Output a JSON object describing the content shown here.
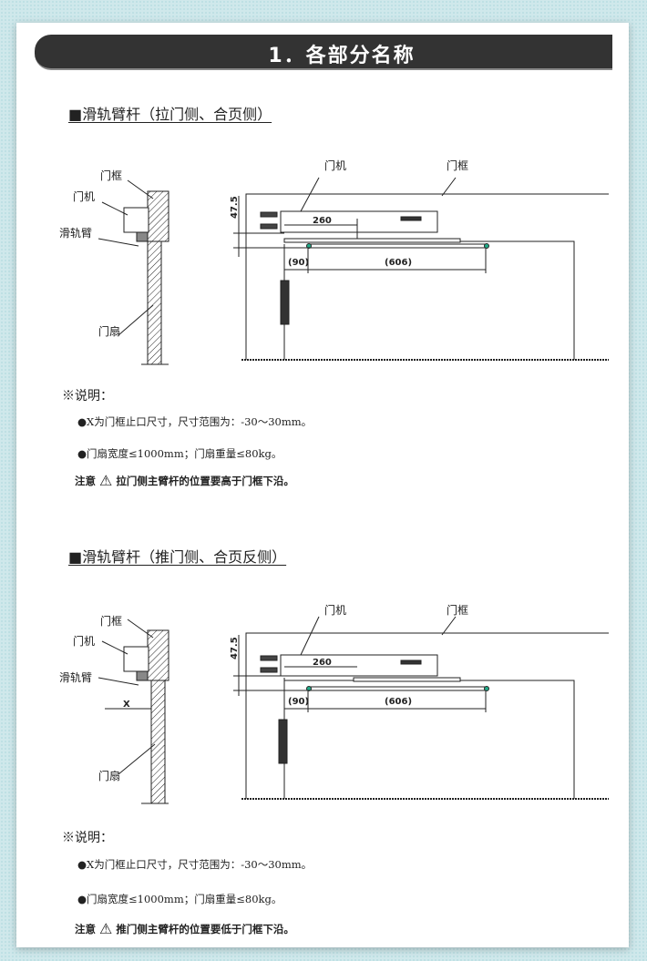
{
  "header": {
    "title": "1．各部分名称"
  },
  "sections": [
    {
      "title": "■滑轨臂杆（拉门侧、合页侧）",
      "labels": {
        "frame_left": "门框",
        "closer_left": "门机",
        "arm_left": "滑轨臂",
        "door_left": "门扇",
        "closer_right": "门机",
        "frame_right": "门框"
      },
      "dims": {
        "d260": "260",
        "d47": "47.5",
        "d90": "(90)",
        "d606": "(606)"
      },
      "note_title": "※说明：",
      "bullets": [
        "●X为门框止口尺寸，尺寸范围为：-30～30mm。",
        "●门扇宽度≤1000mm；门扇重量≤80kg。"
      ],
      "warning": {
        "prefix": "注意",
        "text": "拉门侧主臂杆的位置要高于门框下沿。"
      }
    },
    {
      "title": "■滑轨臂杆（推门侧、合页反侧）",
      "labels": {
        "frame_left": "门框",
        "closer_left": "门机",
        "arm_left": "滑轨臂",
        "door_left": "门扇",
        "closer_right": "门机",
        "frame_right": "门框",
        "x": "X"
      },
      "dims": {
        "d260": "260",
        "d47": "47.5",
        "d90": "(90)",
        "d606": "(606)"
      },
      "note_title": "※说明：",
      "bullets": [
        "●X为门框止口尺寸，尺寸范围为：-30～30mm。",
        "●门扇宽度≤1000mm；门扇重量≤80kg。"
      ],
      "warning": {
        "prefix": "注意",
        "text": "推门侧主臂杆的位置要低于门框下沿。"
      }
    }
  ]
}
